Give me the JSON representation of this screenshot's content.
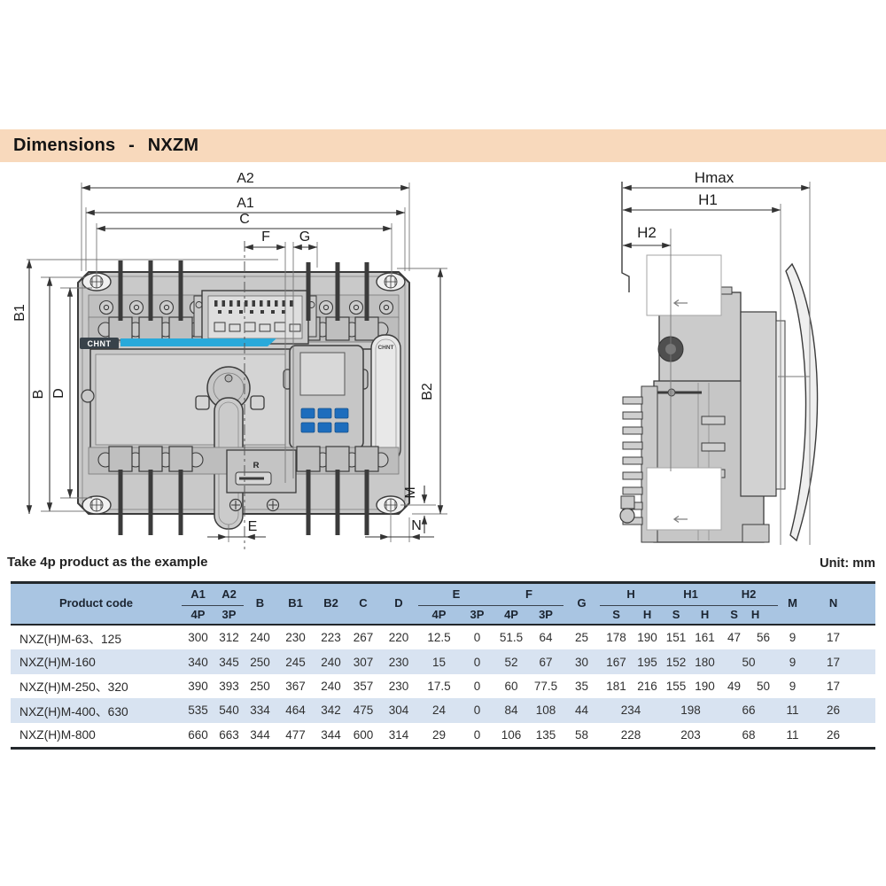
{
  "title": "Dimensions - NXZM",
  "note": "Take 4p product as the example",
  "unit_label": "Unit: mm",
  "drawing": {
    "front": {
      "a2": "A2",
      "a1": "A1",
      "c": "C",
      "f": "F",
      "g": "G",
      "b1": "B1",
      "b": "B",
      "d": "D",
      "b2": "B2",
      "m": "M",
      "e": "E",
      "n": "N",
      "r_label": "R",
      "logo": "CHNT"
    },
    "side": {
      "hmax": "Hmax",
      "h1": "H1",
      "h2": "H2"
    }
  },
  "table": {
    "header": {
      "product_code": "Product code",
      "a1": "A1",
      "a2": "A2",
      "p4": "4P",
      "p3": "3P",
      "b": "B",
      "b1": "B1",
      "b2": "B2",
      "c": "C",
      "d": "D",
      "e": "E",
      "f": "F",
      "g": "G",
      "h": "H",
      "h1": "H1",
      "h2": "H2",
      "s": "S",
      "h_sub": "H",
      "m": "M",
      "n": "N"
    },
    "rows": [
      {
        "shade": false,
        "cells": [
          {
            "v": "NXZ(H)M-63、125"
          },
          {
            "v": "300"
          },
          {
            "v": "312"
          },
          {
            "v": "240"
          },
          {
            "v": "230"
          },
          {
            "v": "223"
          },
          {
            "v": "267"
          },
          {
            "v": "220"
          },
          {
            "v": "12.5"
          },
          {
            "v": "0"
          },
          {
            "v": "51.5"
          },
          {
            "v": "64"
          },
          {
            "v": "25"
          },
          {
            "v": "178"
          },
          {
            "v": "190"
          },
          {
            "v": "151"
          },
          {
            "v": "161"
          },
          {
            "v": "47"
          },
          {
            "v": "56"
          },
          {
            "v": "9"
          },
          {
            "v": "17"
          }
        ]
      },
      {
        "shade": true,
        "cells": [
          {
            "v": "NXZ(H)M-160"
          },
          {
            "v": "340"
          },
          {
            "v": "345"
          },
          {
            "v": "250"
          },
          {
            "v": "245"
          },
          {
            "v": "240"
          },
          {
            "v": "307"
          },
          {
            "v": "230"
          },
          {
            "v": "15"
          },
          {
            "v": "0"
          },
          {
            "v": "52"
          },
          {
            "v": "67"
          },
          {
            "v": "30"
          },
          {
            "v": "167"
          },
          {
            "v": "195"
          },
          {
            "v": "152"
          },
          {
            "v": "180"
          },
          {
            "v": "50",
            "span": 2
          },
          {
            "v": "9"
          },
          {
            "v": "17"
          }
        ]
      },
      {
        "shade": false,
        "cells": [
          {
            "v": "NXZ(H)M-250、320"
          },
          {
            "v": "390"
          },
          {
            "v": "393"
          },
          {
            "v": "250"
          },
          {
            "v": "367"
          },
          {
            "v": "240"
          },
          {
            "v": "357"
          },
          {
            "v": "230"
          },
          {
            "v": "17.5"
          },
          {
            "v": "0"
          },
          {
            "v": "60"
          },
          {
            "v": "77.5"
          },
          {
            "v": "35"
          },
          {
            "v": "181"
          },
          {
            "v": "216"
          },
          {
            "v": "155"
          },
          {
            "v": "190"
          },
          {
            "v": "49"
          },
          {
            "v": "50"
          },
          {
            "v": "9"
          },
          {
            "v": "17"
          }
        ]
      },
      {
        "shade": true,
        "cells": [
          {
            "v": "NXZ(H)M-400、630"
          },
          {
            "v": "535"
          },
          {
            "v": "540"
          },
          {
            "v": "334"
          },
          {
            "v": "464"
          },
          {
            "v": "342"
          },
          {
            "v": "475"
          },
          {
            "v": "304"
          },
          {
            "v": "24"
          },
          {
            "v": "0"
          },
          {
            "v": "84"
          },
          {
            "v": "108"
          },
          {
            "v": "44"
          },
          {
            "v": "234",
            "span": 2
          },
          {
            "v": "198",
            "span": 2
          },
          {
            "v": "66",
            "span": 2
          },
          {
            "v": "11"
          },
          {
            "v": "26"
          }
        ]
      },
      {
        "shade": false,
        "cells": [
          {
            "v": "NXZ(H)M-800"
          },
          {
            "v": "660"
          },
          {
            "v": "663"
          },
          {
            "v": "344"
          },
          {
            "v": "477"
          },
          {
            "v": "344"
          },
          {
            "v": "600"
          },
          {
            "v": "314"
          },
          {
            "v": "29"
          },
          {
            "v": "0"
          },
          {
            "v": "106"
          },
          {
            "v": "135"
          },
          {
            "v": "58"
          },
          {
            "v": "228",
            "span": 2
          },
          {
            "v": "203",
            "span": 2
          },
          {
            "v": "68",
            "span": 2
          },
          {
            "v": "11"
          },
          {
            "v": "26"
          }
        ]
      }
    ]
  },
  "colors": {
    "title_bar_bg": "#f8d9bc",
    "table_header_bg": "#a9c5e2",
    "table_stripe_bg": "#d8e3f1",
    "table_border": "#23282c",
    "chint_blue": "#29a9da",
    "button_blue": "#1d6dbd",
    "drawing_line": "#3b3b3b"
  }
}
